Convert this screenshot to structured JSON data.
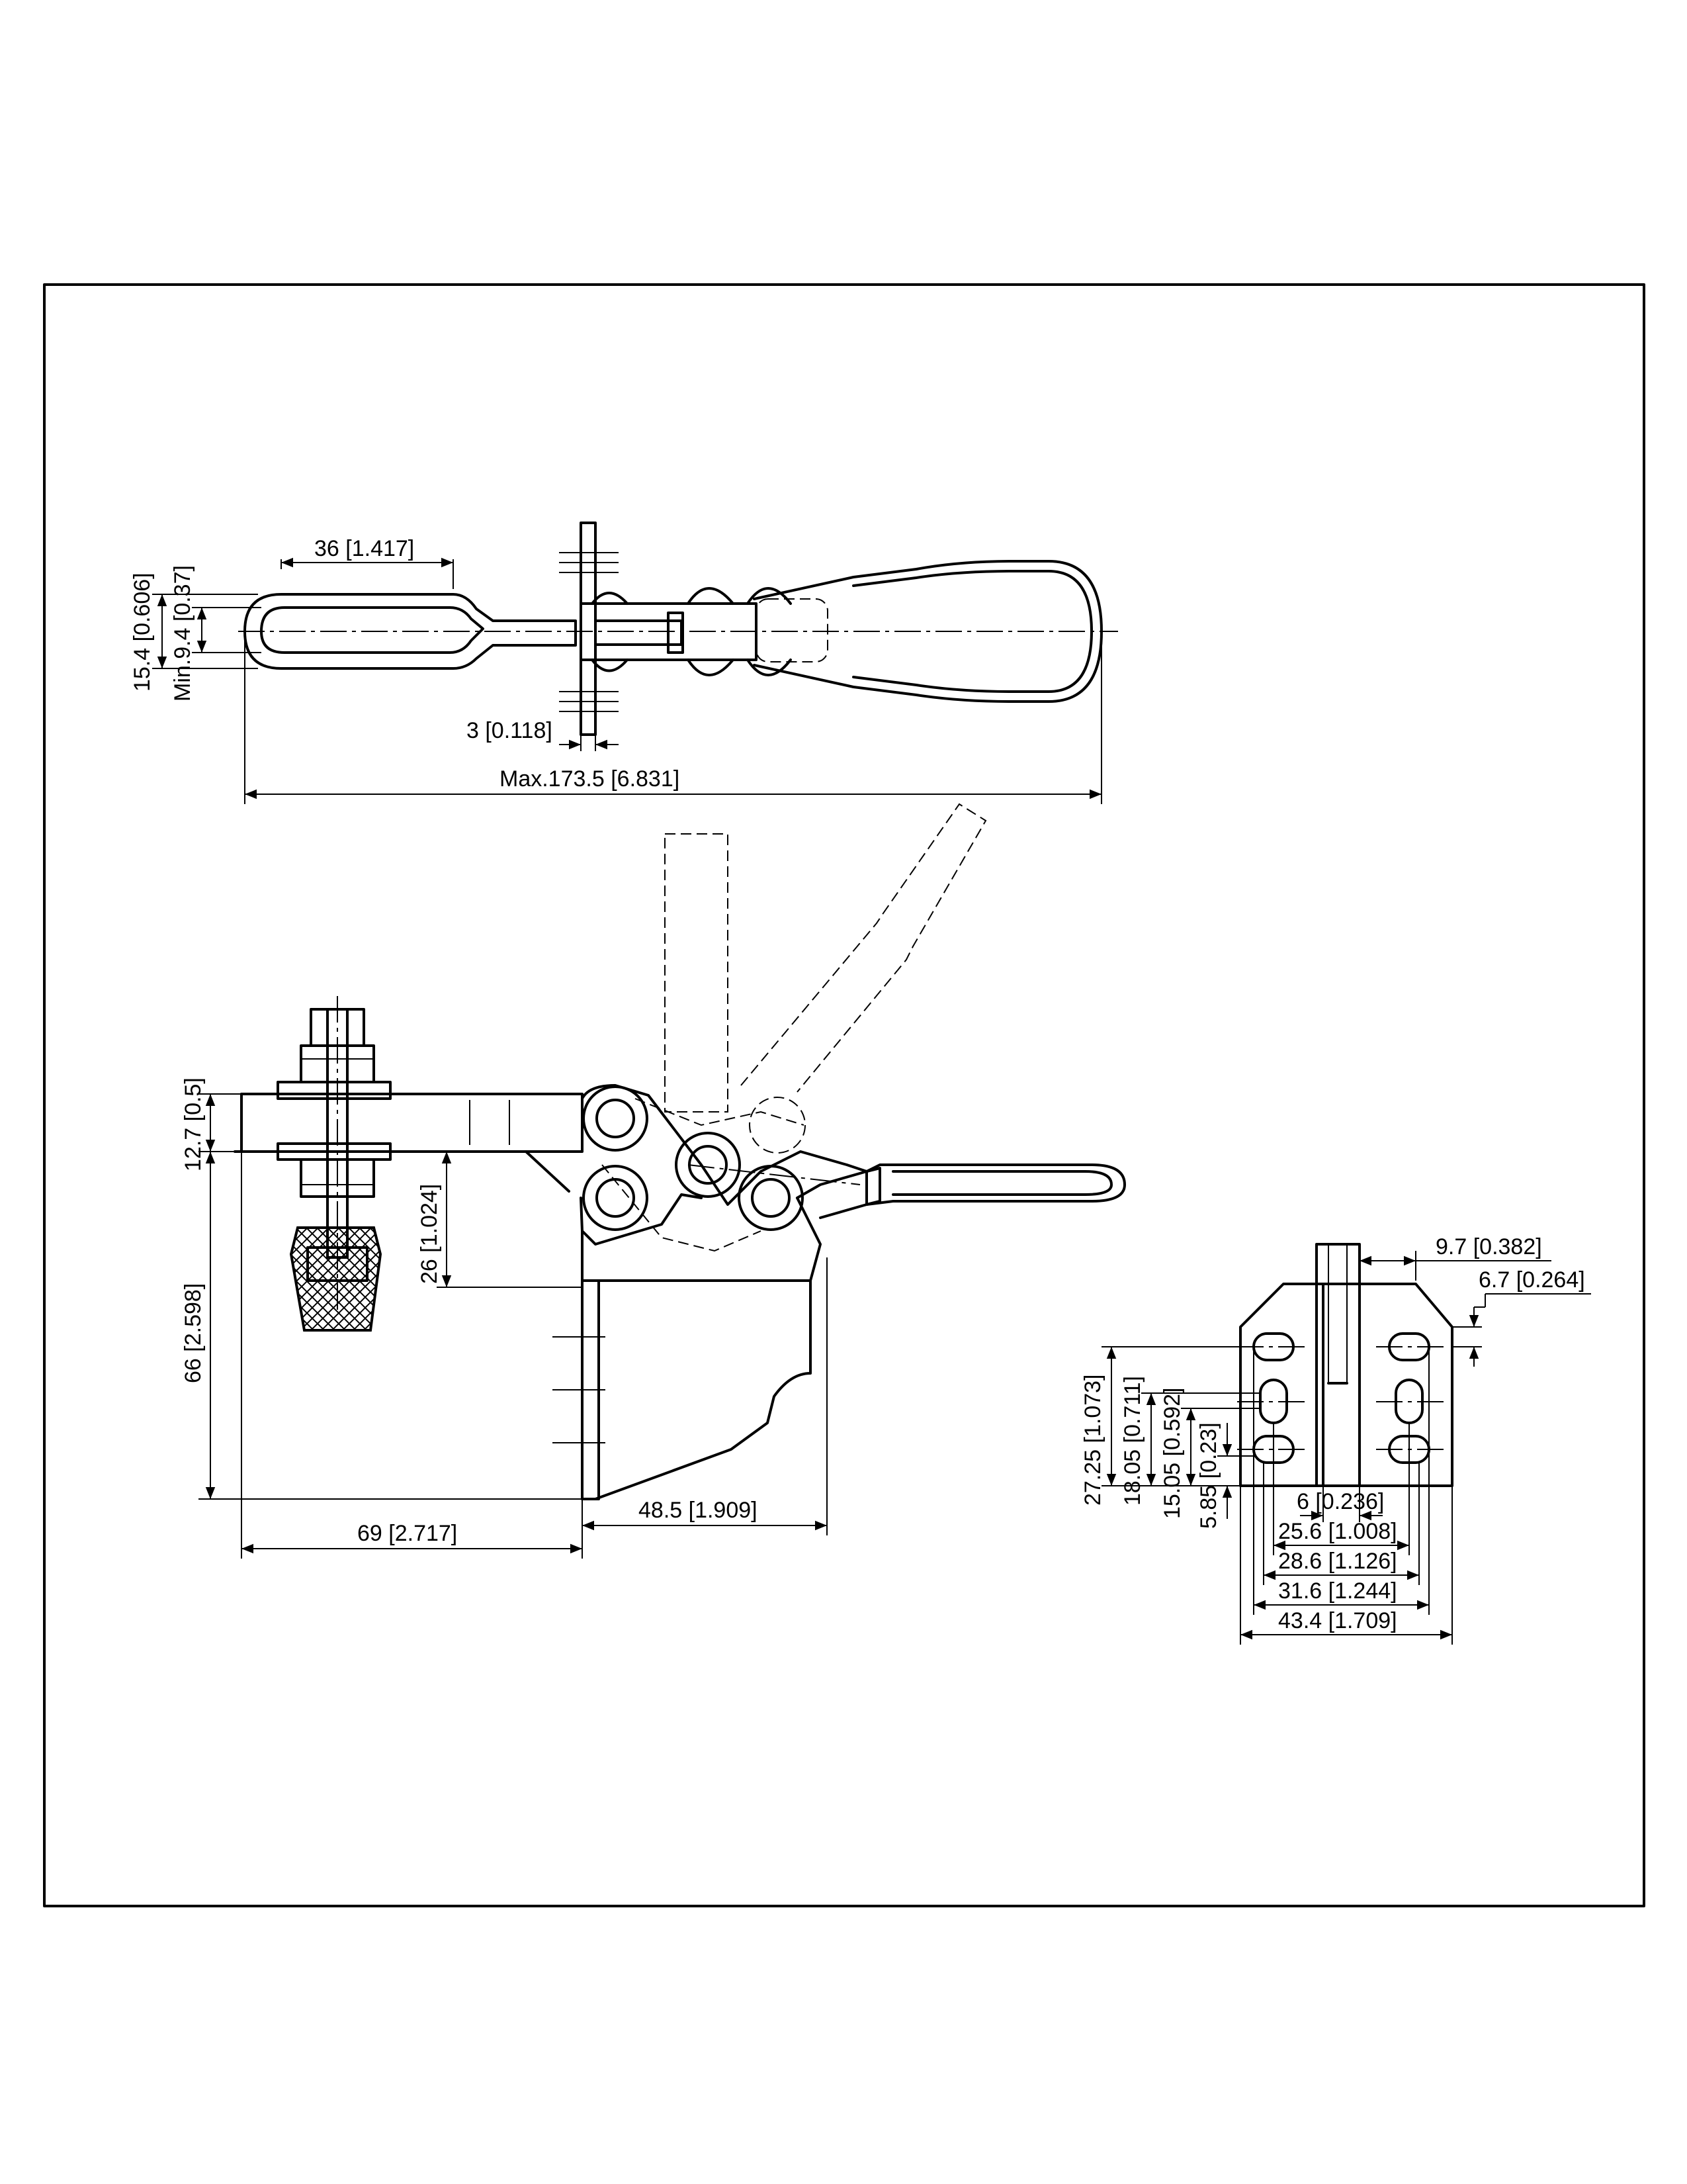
{
  "top_view": {
    "dim_width_upper": "36 [1.417]",
    "dim_height_outer": "15.4 [0.606]",
    "dim_height_inner": "Min.9.4 [0.37]",
    "dim_bar_thickness": "3 [0.118]",
    "dim_total_length": "Max.173.5 [6.831]"
  },
  "side_view": {
    "dim_arm_thickness": "12.7 [0.5]",
    "dim_arm_height": "26 [1.024]",
    "dim_total_height": "66 [2.598]",
    "dim_reach": "69 [2.717]",
    "dim_base_length": "48.5 [1.909]"
  },
  "base_view": {
    "dim_slot_offset_h": "9.7 [0.382]",
    "dim_slot_offset_v": "6.7 [0.264]",
    "dim_v_27": "27.25 [1.073]",
    "dim_v_18": "18.05 [0.711]",
    "dim_v_15": "15.05 [0.592]",
    "dim_v_585": "5.85 [0.23]",
    "dim_gap": "6 [0.236]",
    "dim_h_256": "25.6 [1.008]",
    "dim_h_286": "28.6 [1.126]",
    "dim_h_316": "31.6 [1.244]",
    "dim_h_434": "43.4 [1.709]"
  }
}
